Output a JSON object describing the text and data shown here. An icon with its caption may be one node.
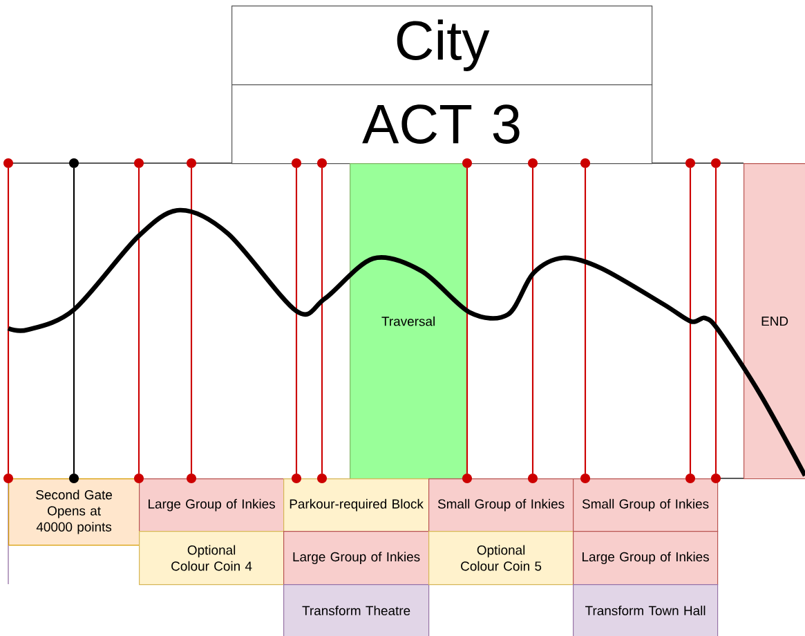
{
  "diagram": {
    "nodes": [
      {
        "text": [
          "City"
        ]
      },
      {
        "text": [
          "ACT 3"
        ]
      },
      {
        "text": [
          "Traversal"
        ]
      },
      {
        "text": [
          "END"
        ]
      },
      {
        "text": [
          "Second Gate Opens at 40000 points"
        ]
      },
      {
        "text": [
          "Large Group of Inkies"
        ]
      },
      {
        "text": [
          "Optional Colour Coin 4"
        ]
      },
      {
        "text": [
          "Parkour-required Block"
        ]
      },
      {
        "text": [
          "Large Group of Inkies"
        ]
      },
      {
        "text": [
          "Transform Theatre"
        ]
      },
      {
        "text": [
          "Small Group of Inkies"
        ]
      },
      {
        "text": [
          "Optional Colour Coin 5"
        ]
      },
      {
        "text": [
          "Small Group of Inkies"
        ]
      },
      {
        "text": [
          "Large Group of Inkies"
        ]
      },
      {
        "text": [
          "Transform Town Hall"
        ]
      }
    ]
  }
}
